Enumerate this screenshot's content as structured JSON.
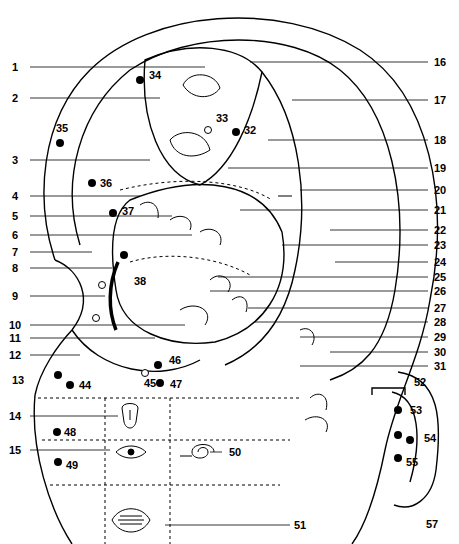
{
  "diagram": {
    "labels": [
      "1",
      "2",
      "3",
      "4",
      "5",
      "6",
      "7",
      "8",
      "9",
      "10",
      "11",
      "12",
      "13",
      "14",
      "15",
      "16",
      "17",
      "18",
      "19",
      "20",
      "21",
      "22",
      "23",
      "24",
      "25",
      "26",
      "27",
      "28",
      "29",
      "30",
      "31",
      "32",
      "33",
      "34",
      "35",
      "36",
      "37",
      "38",
      "44",
      "45",
      "46",
      "47",
      "48",
      "49",
      "50",
      "51",
      "52",
      "53",
      "54",
      "55",
      "57"
    ]
  }
}
